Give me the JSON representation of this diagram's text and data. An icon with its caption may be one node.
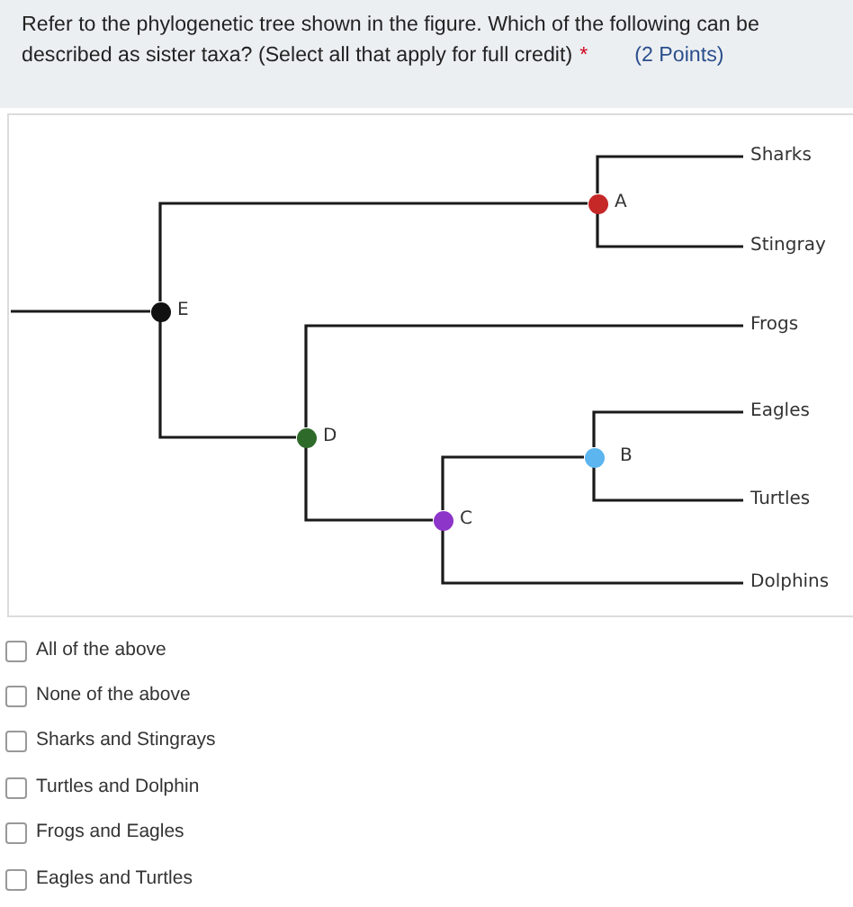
{
  "diagram": {
    "title": "Refer to the phylogenetic tree shown in the figure. Which of the following can be described as sister taxa? (Select all that apply for full credit)",
    "nodes": [
      {
        "text": [
          "Sharks"
        ]
      },
      {
        "text": [],
        "shape": "circle",
        "beside": [
          "A"
        ]
      },
      {
        "text": [
          "Stingray"
        ]
      },
      {
        "text": [],
        "shape": "circle",
        "beside": [
          "E"
        ]
      },
      {
        "text": [
          "Frogs"
        ]
      },
      {
        "text": [
          "Eagles"
        ]
      },
      {
        "text": [],
        "shape": "circle",
        "beside": [
          "D"
        ]
      },
      {
        "text": [],
        "shape": "circle",
        "beside": [
          "B"
        ]
      },
      {
        "text": [
          "Turtles"
        ]
      },
      {
        "text": [],
        "shape": "circle",
        "beside": [
          "C"
        ]
      },
      {
        "text": [
          "Dolphins"
        ]
      }
    ],
    "edges": [
      {
        "from": null,
        "to": 3,
        "arrow": "none"
      },
      {
        "from": 3,
        "to": 1,
        "arrow": "none"
      },
      {
        "from": 3,
        "to": 6,
        "arrow": "none"
      },
      {
        "from": 1,
        "to": 0,
        "arrow": "none"
      },
      {
        "from": 1,
        "to": 2,
        "arrow": "none"
      },
      {
        "from": 6,
        "to": 4,
        "arrow": "none"
      },
      {
        "from": 6,
        "to": 9,
        "arrow": "none"
      },
      {
        "from": 9,
        "to": 7,
        "arrow": "none"
      },
      {
        "from": 9,
        "to": 10,
        "arrow": "none"
      },
      {
        "from": 7,
        "to": 5,
        "arrow": "none"
      },
      {
        "from": 7,
        "to": 8,
        "arrow": "none"
      }
    ],
    "labels": [
      "*",
      "(2 Points)",
      "All of the above",
      "None of the above",
      "Sharks and Stingrays",
      "Turtles and Dolphin",
      "Frogs and Eagles",
      "Eagles and Turtles"
    ]
  }
}
